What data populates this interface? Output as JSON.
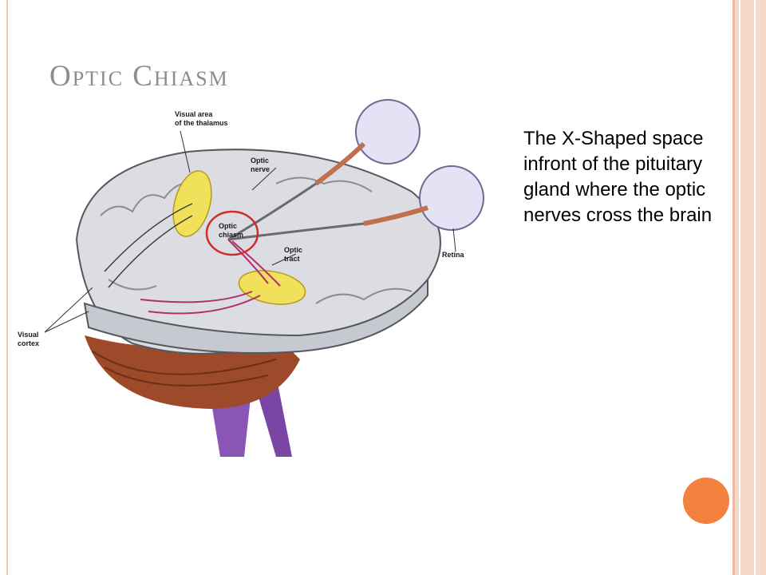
{
  "slide": {
    "title": "Optic Chiasm",
    "body": "The X-Shaped space infront of the pituitary gland where the optic nerves cross the brain"
  },
  "diagram": {
    "labels": {
      "visual_area_line1": "Visual area",
      "visual_area_line2": "of the thalamus",
      "optic_nerve_line1": "Optic",
      "optic_nerve_line2": "nerve",
      "optic_chiasm_line1": "Optic",
      "optic_chiasm_line2": "chiasm",
      "optic_tract_line1": "Optic",
      "optic_tract_line2": "tract",
      "retina": "Retina",
      "visual_cortex_line1": "Visual",
      "visual_cortex_line2": "cortex"
    }
  },
  "colors": {
    "accent": "#f4803f",
    "title": "#8c8c8c",
    "frame": "#f7d9cc",
    "highlight_ring": "#d42a2a",
    "thalamus_fill": "#f0e05a",
    "pathway": "#b0306a",
    "brainstem": "#8a55b5"
  },
  "icons": [
    "accent-dot"
  ]
}
